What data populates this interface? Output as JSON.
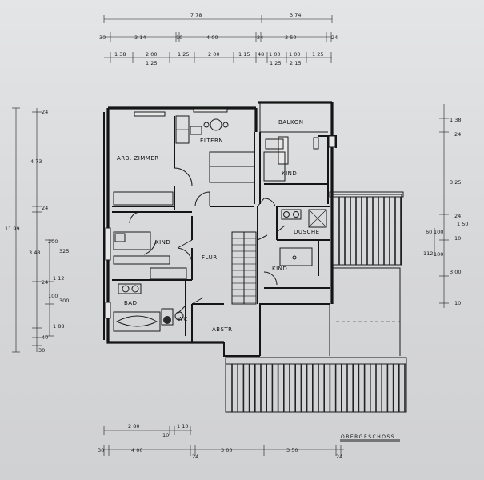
{
  "floor_title": "OBERGESCHOSS",
  "rooms": {
    "arbeitszimmer": "ARB. ZIMMER",
    "eltern": "ELTERN",
    "balkon": "BALKON",
    "kind_ne": "KIND",
    "kind_w": "KIND",
    "kind_se": "KIND",
    "flur": "FLUR",
    "dusche": "DUSCHE",
    "bad": "BAD",
    "wc": "WC",
    "abstr": "ABSTR"
  },
  "dims": {
    "top_total_left": "7 78",
    "top_total_right": "3 74",
    "top_r2": [
      "30",
      "3 14",
      "10",
      "4 00",
      "24",
      "3 50",
      "24"
    ],
    "top_r3_upper": [
      "1 38",
      "2 00",
      "1 25",
      "2 00",
      "1 15",
      "48",
      "1 00",
      "1 00",
      "1 25"
    ],
    "top_r3_lower": [
      "1 25",
      "1 25",
      "2 15"
    ],
    "left_outer": [
      "24",
      "4 73",
      "24",
      "11 99",
      "3 48",
      "24",
      "40",
      "30"
    ],
    "left_inner": [
      "200",
      "325",
      "1 12",
      "100",
      "300",
      "1 88"
    ],
    "right": [
      "1 38",
      "24",
      "3 25",
      "1 50",
      "24",
      "10",
      "3 00",
      "10"
    ],
    "right_pair_a": [
      "60",
      "112"
    ],
    "right_pair_b": [
      "100",
      "100"
    ],
    "bottom_upper": [
      "2 80",
      "10",
      "1 10"
    ],
    "bottom_lower": [
      "30",
      "4 00",
      "24",
      "3 00",
      "3 50",
      "24"
    ]
  }
}
